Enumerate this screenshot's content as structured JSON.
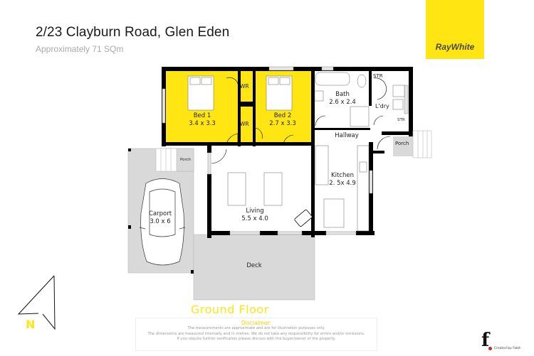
{
  "header": {
    "title": "2/23 Clayburn Road, Glen Eden",
    "area": "Approximately 71 SQm"
  },
  "brand": {
    "name": "RayWhite",
    "color": "#ffe512"
  },
  "rooms": {
    "bed1": {
      "name": "Bed 1",
      "dims": "3.4 x 3.3"
    },
    "bed2": {
      "name": "Bed 2",
      "dims": "2.7 x 3.3"
    },
    "wr1": {
      "name": "WR"
    },
    "wr2": {
      "name": "WR"
    },
    "bath": {
      "name": "Bath",
      "dims": "2.6 x 2.4"
    },
    "str1": {
      "name": "STR"
    },
    "str2": {
      "name": "STR"
    },
    "laundry": {
      "name": "L'dry"
    },
    "hallway": {
      "name": "Hallway"
    },
    "porch_east": {
      "name": "Porch"
    },
    "porch_west": {
      "name": "Porch"
    },
    "kitchen": {
      "name": "Kitchen",
      "dims": "2. 5x 4.9"
    },
    "living": {
      "name": "Living",
      "dims": "5.5 x 4.0"
    },
    "carport": {
      "name": "Carport",
      "dims": "3.0 x 6"
    },
    "deck": {
      "name": "Deck"
    }
  },
  "floor_label": "Ground Floor",
  "compass": {
    "label": "N"
  },
  "disclaimer": {
    "heading": "Disclaimer:",
    "lines": [
      "The measurements are approximate and are for illustration purposes only.",
      "The dimensions are measured internally and in metres. We do not take any responsibility for errors and/or omissions.",
      "If you require further verification please discuss with the buyer/owner of the property."
    ]
  },
  "credit": {
    "mark": "f",
    "text": "Created by Fabit"
  },
  "colors": {
    "bedroom_fill": "#ffe512",
    "wall": "#000000",
    "outdoor_fill": "#d9d9d9",
    "accent_text": "#ffe512"
  }
}
